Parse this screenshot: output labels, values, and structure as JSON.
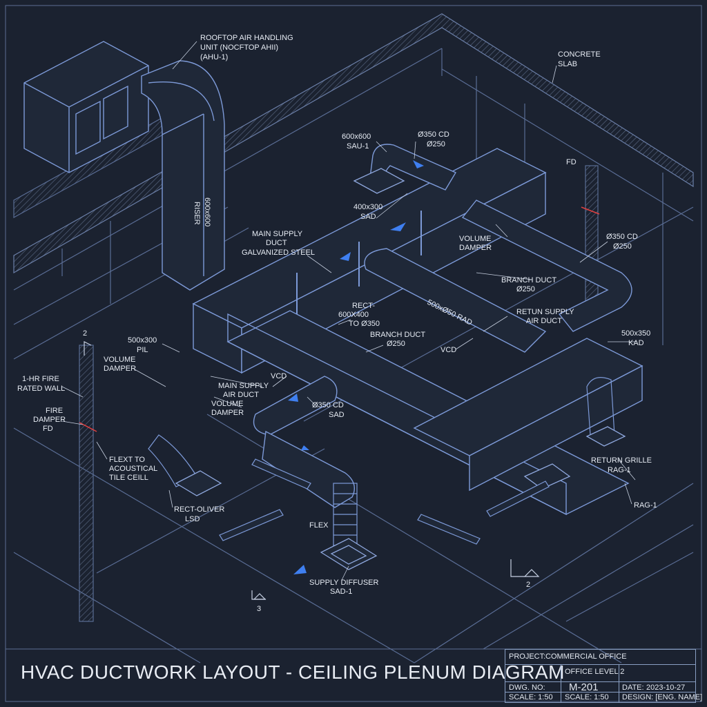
{
  "title": "HVAC DUCTWORK LAYOUT - CEILING PLENUM DIAGRAM",
  "title_block": {
    "project_label": "PROJECT:",
    "project_line1": "COMMERCIAL OFFICE",
    "project_line2": "OFFICE LEVEL 2",
    "dwg_no_label": "DWG. NO:",
    "dwg_no": "M-201",
    "date_label": "DATE:",
    "date": "2023-10-27",
    "scale_1": "SCALE: 1:50",
    "scale_2": "SCALE: 1:50",
    "design": "DESIGN: [ENG. NAME]"
  },
  "labels": {
    "ahu_1": "ROOFTOP AIR HANDLING",
    "ahu_2": "UNIT (NOCFTOP AHII)",
    "ahu_3": "(AHU-1)",
    "slab_1": "CONCRETE",
    "slab_2": "SLAB",
    "cd_top_1": "Ø350 CD",
    "cd_top_2": "Ø250",
    "sad_top_1": "600x600",
    "sad_top_2": "SAU-1",
    "fd_top": "FD",
    "riser_1": "RISER",
    "riser_2": "600x600",
    "sad_400_1": "400x300",
    "sad_400_2": "SAD",
    "main_supply_1": "MAIN SUPPLY",
    "main_supply_2": "DUCT",
    "main_supply_3": "GALVANIZED STEEL",
    "vol_damper_r1": "VOLUME",
    "vol_damper_r2": "DAMPER",
    "cd_right_1": "Ø350 CD",
    "cd_right_2": "Ø250",
    "branch_r1": "BRANCH DUCT",
    "branch_r2": "Ø250",
    "rect_1": "RECT-",
    "rect_2": "600X400",
    "rect_3": "TO Ø350",
    "rad": "500xØ50 RAD",
    "return_supply_1": "RETUN SUPPLY",
    "return_supply_2": "AIR DUCT",
    "branch_c1": "BRANCH DUCT",
    "branch_c2": "Ø250",
    "vcd_c": "VCD",
    "kad_1": "500x350",
    "kad_2": "KAD",
    "pil_1": "500x300",
    "pil_2": "PIL",
    "vol_damper_l1": "VOLUME",
    "vol_damper_l2": "DAMPER",
    "fire_wall_1": "1-HR FIRE",
    "fire_wall_2": "RATED WALL",
    "main_supply_l1": "MAIN SUPPLY",
    "main_supply_l2": "AIR DUCT",
    "vcd_l": "VCD",
    "vol_damper_c1": "VOLUME",
    "vol_damper_c2": "DAMPER",
    "cd_sad_1": "Ø350 CD",
    "cd_sad_2": "SAD",
    "fire_damper_1": "FIRE",
    "fire_damper_2": "DAMPER",
    "fire_damper_3": "FD",
    "flext_1": "FLEXT TO",
    "flext_2": "ACOUSTICAL",
    "flext_3": "TILE CEILL",
    "rect_ol_1": "RECT-OLIVER",
    "rect_ol_2": "LSD",
    "flex": "FLEX",
    "supply_diff_1": "SUPPLY DIFFUSER",
    "supply_diff_2": "SAD-1",
    "return_grille_1": "RETURN GRILLE",
    "return_grille_2": "RAG-1",
    "rag_1": "RAG-1",
    "sec_2a": "2",
    "sec_2b": "2",
    "sec_3": "3"
  },
  "colors": {
    "background": "#1b2230",
    "line": "#6f8fd0",
    "line_light": "#9bb3e0",
    "accent_arrow": "#3f7ff0",
    "fire_red": "#e04040"
  }
}
